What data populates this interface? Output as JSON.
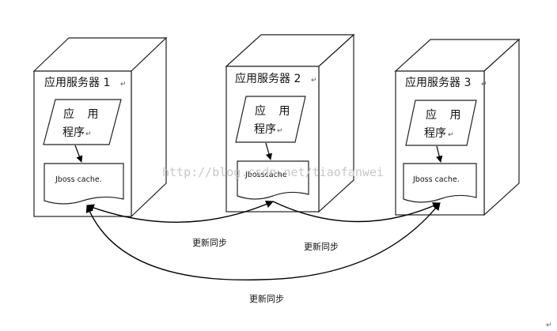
{
  "servers": [
    {
      "title": "应用服务器 1",
      "app_line1": "应 用",
      "app_line2": "程序",
      "cache": "Jboss cache."
    },
    {
      "title": "应用服务器 2",
      "app_line1": "应 用",
      "app_line2": "程序",
      "cache": "Jbosscache"
    },
    {
      "title": "应用服务器 3",
      "app_line1": "应 用",
      "app_line2": "程序",
      "cache": "Jboss cache."
    }
  ],
  "sync_labels": {
    "s1_s2": "更新同步",
    "s2_s3": "更新同步",
    "s1_s3": "更新同步"
  },
  "paragraph_mark": "↵",
  "watermark": "http://blog.csdn.net/tiaofanwei"
}
